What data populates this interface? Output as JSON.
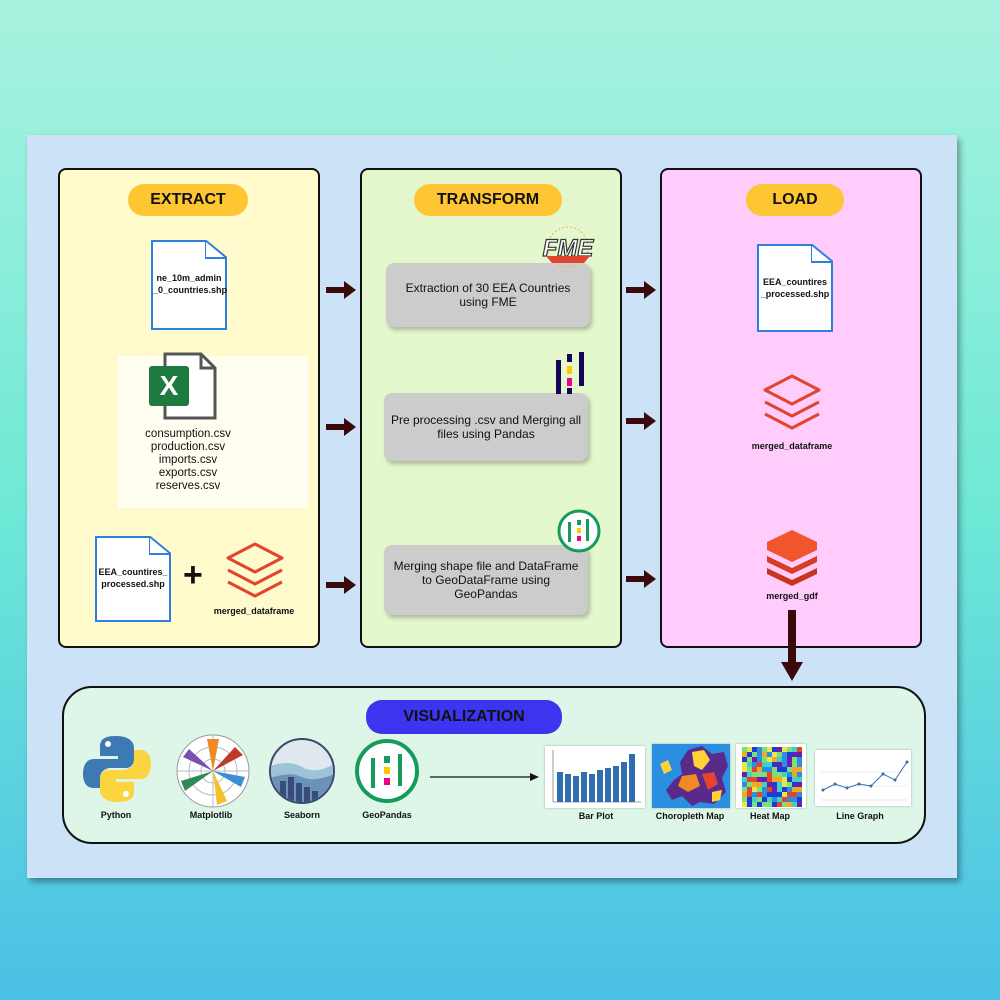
{
  "extract": {
    "title": "EXTRACT",
    "shp_file": "ne_10m_admin _0_countries.shp",
    "csv_files": [
      "consumption.csv",
      "production.csv",
      "imports.csv",
      "exports.csv",
      "reserves.csv"
    ],
    "processed_file": "EEA_countires_ processed.shp",
    "plus": "+",
    "merged_label": "merged_dataframe"
  },
  "transform": {
    "title": "TRANSFORM",
    "steps": [
      "Extraction of 30 EEA Countries using FME",
      "Pre processing .csv and Merging all files using Pandas",
      "Merging shape file and DataFrame to GeoDataFrame using GeoPandas"
    ],
    "fme_logo": "FME"
  },
  "load": {
    "title": "LOAD",
    "processed_file": "EEA_countires _processed.shp",
    "merged_label": "merged_dataframe",
    "gdf_label": "merged_gdf"
  },
  "visualization": {
    "title": "VISUALIZATION",
    "tools": [
      "Python",
      "Matplotlib",
      "Seaborn",
      "GeoPandas"
    ],
    "outputs": [
      "Bar Plot",
      "Choropleth Map",
      "Heat Map",
      "Line Graph"
    ]
  },
  "colors": {
    "extract_bg": "#fffbcc",
    "transform_bg": "#e5f7cd",
    "load_bg": "#ffccfb",
    "viz_bg": "#ddf6e8",
    "pill": "#ffc633",
    "viz_pill": "#3c35f0",
    "arrow": "#3a0a0a",
    "file_border": "#2f7fe0"
  }
}
